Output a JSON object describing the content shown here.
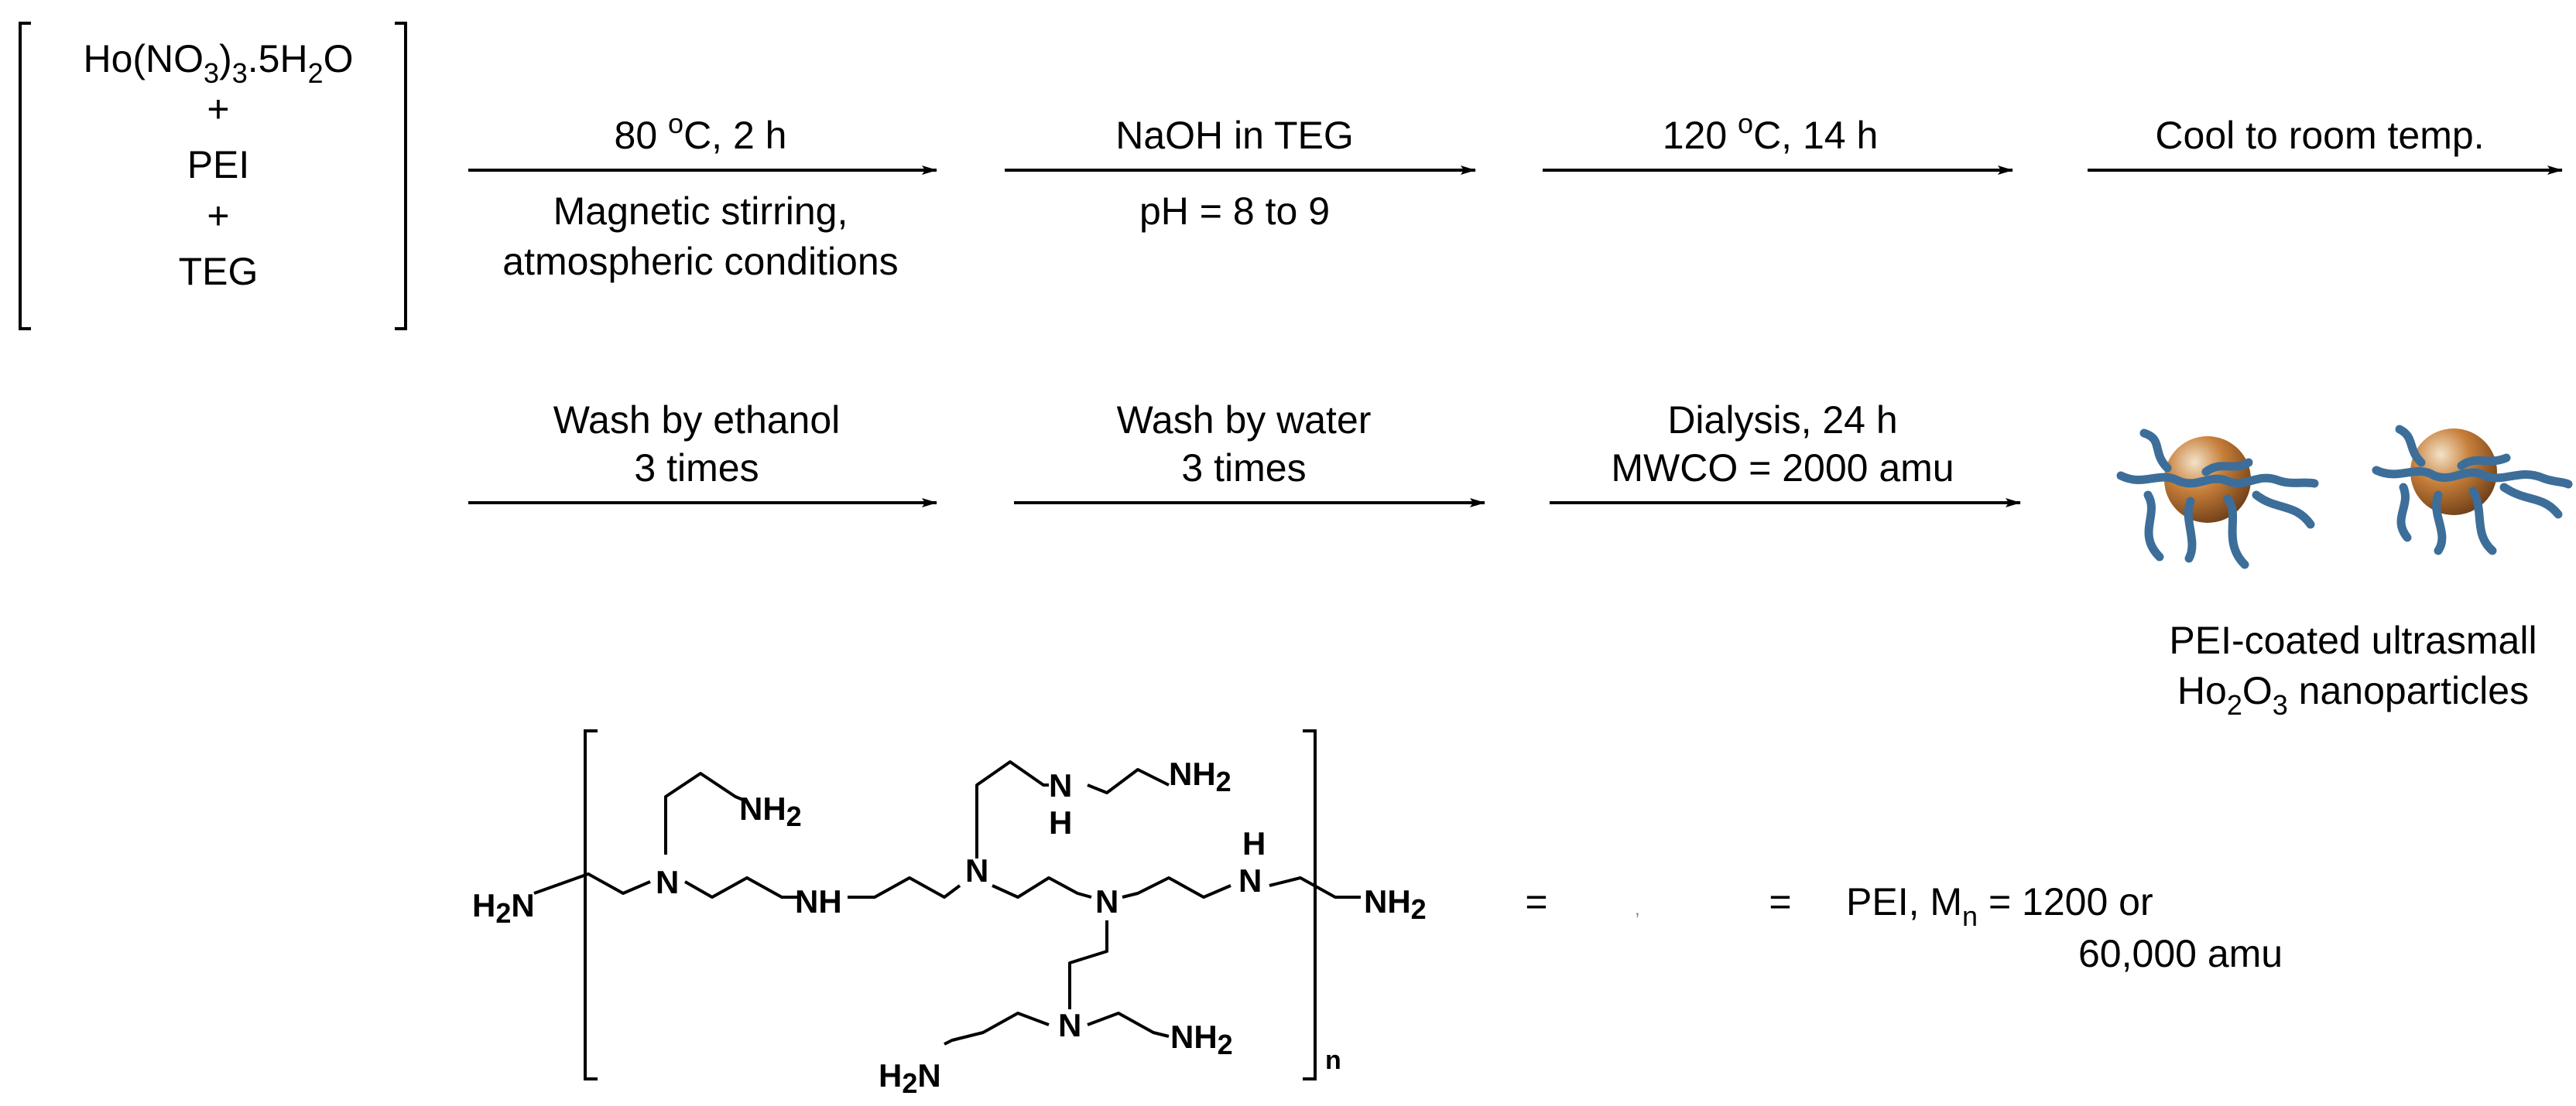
{
  "colors": {
    "ink": "#000000",
    "pei_chain": "#3c6e99",
    "particle_light": "#f3e2c8",
    "particle_mid": "#c77f3a",
    "particle_dark": "#6f3f18"
  },
  "reactants": {
    "holmium_main": "Ho(NO",
    "holmium_sub1": "3",
    "holmium_mid": ")",
    "holmium_sub2": "3",
    "holmium_tail": ".5H",
    "holmium_sub3": "2",
    "holmium_end": "O",
    "plus_1": "+",
    "pei": "PEI",
    "plus_2": "+",
    "teg": "TEG"
  },
  "steps": [
    {
      "above": "80 °C, 2 h",
      "below": [
        "Magnetic stirring,",
        "atmospheric conditions"
      ]
    },
    {
      "above": "NaOH in TEG",
      "below": [
        "pH = 8 to 9"
      ]
    },
    {
      "above": "120 °C, 14 h",
      "below": []
    },
    {
      "above": "Cool to room temp.",
      "below": []
    },
    {
      "above_lines": [
        "Wash by ethanol",
        "3 times"
      ]
    },
    {
      "above_lines": [
        "Wash by water",
        "3 times"
      ]
    },
    {
      "above_lines": [
        "Dialysis, 24 h",
        "MWCO = 2000 amu"
      ]
    }
  ],
  "step_labels": {
    "s1_above_a": "80 ",
    "s1_above_deg": "o",
    "s1_above_b": "C, 2 h",
    "s1_below_1": "Magnetic stirring,",
    "s1_below_2": "atmospheric conditions",
    "s2_above": "NaOH in TEG",
    "s2_below": "pH = 8 to 9",
    "s3_above_a": "120 ",
    "s3_above_deg": "o",
    "s3_above_b": "C, 14 h",
    "s4_above": "Cool to room temp.",
    "s5_line1": "Wash by ethanol",
    "s5_line2": "3 times",
    "s6_line1": "Wash by water",
    "s6_line2": "3 times",
    "s7_line1": "Dialysis, 24 h",
    "s7_line2": "MWCO = 2000 amu"
  },
  "product": {
    "line1": "PEI-coated ultrasmall",
    "line2_a": "Ho",
    "line2_sub1": "2",
    "line2_b": "O",
    "line2_sub2": "3",
    "line2_c": " nanoparticles"
  },
  "pei_structure": {
    "atoms": {
      "h2n_left": "H",
      "h2n_left_sub": "2",
      "h2n_left_n": "N",
      "n1": "N",
      "nh2_top_left": "NH",
      "nh2_top_left_sub": "2",
      "nh_mid": "NH",
      "n2": "N",
      "nh_top": "N",
      "nh_top_h": "H",
      "nh2_top_right": "NH",
      "nh2_top_right_sub": "2",
      "n3": "N",
      "n4": "N",
      "h2n_bottom": "H",
      "h2n_bottom_sub": "2",
      "h2n_bottom_n": "N",
      "nh2_bottom_right": "NH",
      "nh2_bottom_right_sub": "2",
      "nh_right_h": "H",
      "nh_right_n": "N",
      "nh2_end": "NH",
      "nh2_end_sub": "2"
    },
    "repeat_subscript": "n",
    "equals_1": "=",
    "equals_2": "=",
    "comma_mark": ",",
    "pei_label": "PEI, M",
    "pei_label_sub": "n",
    "pei_label_tail": " = 1200 or",
    "pei_label_line2": "60,000 amu"
  }
}
